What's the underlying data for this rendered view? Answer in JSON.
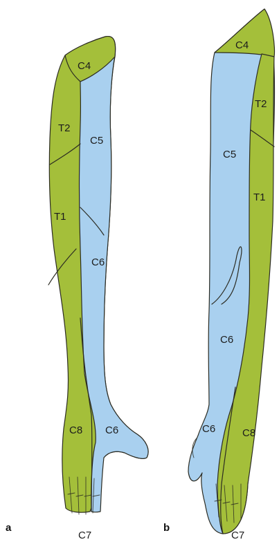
{
  "colors": {
    "green": "#a4bf3a",
    "blue": "#a9d0ef",
    "outline": "#2b2b22"
  },
  "panel_a": {
    "letter": "a",
    "labels": {
      "c4": "C4",
      "t2": "T2",
      "c5": "C5",
      "t1": "T1",
      "c6_arm": "C6",
      "c8": "C8",
      "c6_hand": "C6",
      "c7": "C7"
    }
  },
  "panel_b": {
    "letter": "b",
    "labels": {
      "c4": "C4",
      "t2": "T2",
      "c5": "C5",
      "t1": "T1",
      "c6_arm": "C6",
      "c6_hand": "C6",
      "c8": "C8",
      "c7": "C7"
    }
  }
}
